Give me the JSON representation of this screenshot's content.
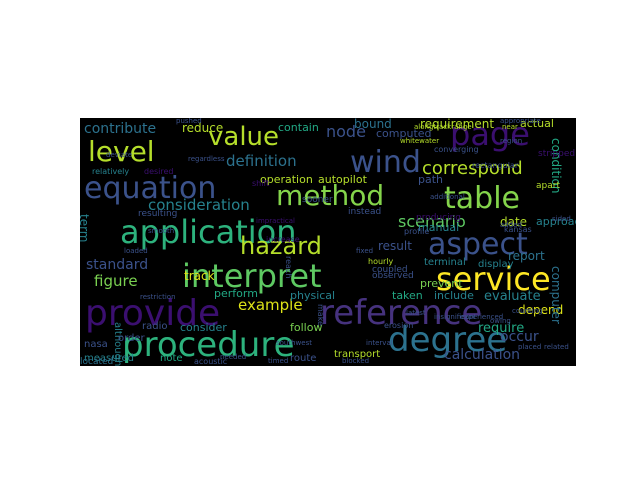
{
  "words": [
    {
      "text": "provide",
      "color": "#3b0f70"
    },
    {
      "text": "reference",
      "color": "#46327e"
    },
    {
      "text": "procedure",
      "color": "#2db27d"
    },
    {
      "text": "degree",
      "color": "#2c728e"
    },
    {
      "text": "interpret",
      "color": "#5ec962"
    },
    {
      "text": "service",
      "color": "#fde725"
    },
    {
      "text": "application",
      "color": "#2db27d"
    },
    {
      "text": "aspect",
      "color": "#3b528b"
    },
    {
      "text": "equation",
      "color": "#3b528b"
    },
    {
      "text": "method",
      "color": "#84d44b"
    },
    {
      "text": "table",
      "color": "#84d44b"
    },
    {
      "text": "wind",
      "color": "#3b528b"
    },
    {
      "text": "page",
      "color": "#3b0f70"
    },
    {
      "text": "level",
      "color": "#b5de2b"
    },
    {
      "text": "value",
      "color": "#b5de2b"
    },
    {
      "text": "hazard",
      "color": "#b5de2b"
    },
    {
      "text": "correspond",
      "color": "#b5de2b"
    },
    {
      "text": "scenario",
      "color": "#5ec962"
    },
    {
      "text": "consideration",
      "color": "#26828e"
    },
    {
      "text": "definition",
      "color": "#2c728e"
    },
    {
      "text": "contribute",
      "color": "#2c728e"
    },
    {
      "text": "example",
      "color": "#dde318"
    },
    {
      "text": "figure",
      "color": "#7ad151"
    },
    {
      "text": "standard",
      "color": "#3b528b"
    },
    {
      "text": "calculation",
      "color": "#3b528b"
    },
    {
      "text": "occur",
      "color": "#3b528b"
    },
    {
      "text": "node",
      "color": "#3b528b"
    },
    {
      "text": "require",
      "color": "#22a884"
    },
    {
      "text": "report",
      "color": "#2c728e"
    },
    {
      "text": "evaluate",
      "color": "#26828e"
    },
    {
      "text": "depend",
      "color": "#dde318"
    },
    {
      "text": "track",
      "color": "#dde318"
    },
    {
      "text": "result",
      "color": "#3b528b"
    },
    {
      "text": "date",
      "color": "#b5de2b"
    },
    {
      "text": "approach",
      "color": "#26828e"
    },
    {
      "text": "term",
      "color": "#26828e"
    },
    {
      "text": "reduce",
      "color": "#b5de2b"
    },
    {
      "text": "contain",
      "color": "#22a884"
    },
    {
      "text": "bound",
      "color": "#2c728e"
    },
    {
      "text": "requirement",
      "color": "#b5de2b"
    },
    {
      "text": "actual",
      "color": "#b5de2b"
    },
    {
      "text": "condition",
      "color": "#22a884"
    },
    {
      "text": "operation",
      "color": "#b5de2b"
    },
    {
      "text": "autopilot",
      "color": "#b5de2b"
    },
    {
      "text": "path",
      "color": "#3b528b"
    },
    {
      "text": "computed",
      "color": "#3b528b"
    },
    {
      "text": "perform",
      "color": "#22a884"
    },
    {
      "text": "physical",
      "color": "#26828e"
    },
    {
      "text": "taken",
      "color": "#22a884"
    },
    {
      "text": "include",
      "color": "#26828e"
    },
    {
      "text": "prevent",
      "color": "#7ad151"
    },
    {
      "text": "manual",
      "color": "#26828e"
    },
    {
      "text": "terminal",
      "color": "#26828e"
    },
    {
      "text": "display",
      "color": "#26828e"
    },
    {
      "text": "consider",
      "color": "#26828e"
    },
    {
      "text": "follow",
      "color": "#7ad151"
    },
    {
      "text": "note",
      "color": "#22a884"
    },
    {
      "text": "route",
      "color": "#3b528b"
    },
    {
      "text": "transport",
      "color": "#b5de2b"
    },
    {
      "text": "measured",
      "color": "#26828e"
    },
    {
      "text": "computer",
      "color": "#2c728e"
    },
    {
      "text": "nasa",
      "color": "#3b528b"
    },
    {
      "text": "although",
      "color": "#26828e"
    },
    {
      "text": "radio",
      "color": "#3b528b"
    },
    {
      "text": "order",
      "color": "#3b528b"
    },
    {
      "text": "located",
      "color": "#2c728e"
    },
    {
      "text": "acoustic",
      "color": "#3b528b"
    },
    {
      "text": "coupled",
      "color": "#3b528b"
    },
    {
      "text": "observed",
      "color": "#3b528b"
    },
    {
      "text": "hourly",
      "color": "#b5de2b"
    },
    {
      "text": "erosion",
      "color": "#3b528b"
    },
    {
      "text": "whitewater",
      "color": "#b5de2b"
    },
    {
      "text": "converging",
      "color": "#3b528b"
    },
    {
      "text": "stripped",
      "color": "#3b0f70"
    },
    {
      "text": "producing",
      "color": "#3b0f70"
    },
    {
      "text": "rectangular",
      "color": "#3b528b"
    },
    {
      "text": "instead",
      "color": "#3b528b"
    },
    {
      "text": "sooner",
      "color": "#3b528b"
    },
    {
      "text": "resulting",
      "color": "#3b528b"
    },
    {
      "text": "relatively",
      "color": "#26828e"
    },
    {
      "text": "desired",
      "color": "#3b0f70"
    },
    {
      "text": "increase",
      "color": "#3b0f70"
    },
    {
      "text": "shift",
      "color": "#3b0f70"
    },
    {
      "text": "reach",
      "color": "#3b528b"
    },
    {
      "text": "make",
      "color": "#3b528b"
    },
    {
      "text": "apart",
      "color": "#b5de2b"
    },
    {
      "text": "kansas",
      "color": "#3b528b"
    },
    {
      "text": "profile",
      "color": "#3b528b"
    },
    {
      "text": "latest",
      "color": "#3b528b"
    },
    {
      "text": "owing",
      "color": "#3b528b"
    },
    {
      "text": "restriction",
      "color": "#3b528b"
    },
    {
      "text": "southwest",
      "color": "#3b528b"
    },
    {
      "text": "insignificant",
      "color": "#3b528b"
    },
    {
      "text": "experienced",
      "color": "#3b528b"
    },
    {
      "text": "counting",
      "color": "#3b528b"
    },
    {
      "text": "additional",
      "color": "#3b528b"
    },
    {
      "text": "alongtrackrange",
      "color": "#b5de2b"
    },
    {
      "text": "appropriate",
      "color": "#3b528b"
    },
    {
      "text": "near",
      "color": "#b5de2b"
    },
    {
      "text": "regardless",
      "color": "#3b528b"
    },
    {
      "text": "impractical",
      "color": "#3b0f70"
    },
    {
      "text": "added",
      "color": "#3b528b"
    },
    {
      "text": "smooth",
      "color": "#3b528b"
    },
    {
      "text": "needed",
      "color": "#3b528b"
    },
    {
      "text": "deviate",
      "color": "#3b528b"
    },
    {
      "text": "interval",
      "color": "#3b528b"
    },
    {
      "text": "loaded",
      "color": "#3b528b"
    },
    {
      "text": "fixed",
      "color": "#3b528b"
    },
    {
      "text": "region",
      "color": "#3b528b"
    },
    {
      "text": "placed",
      "color": "#3b528b"
    },
    {
      "text": "timed",
      "color": "#3b528b"
    },
    {
      "text": "blocked",
      "color": "#3b528b"
    },
    {
      "text": "pushed",
      "color": "#3b528b"
    },
    {
      "text": "related",
      "color": "#3b528b"
    },
    {
      "text": "sided",
      "color": "#3b528b"
    }
  ]
}
